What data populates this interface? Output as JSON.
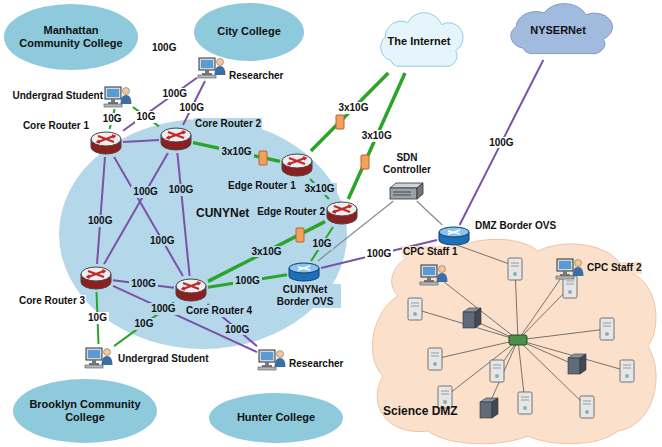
{
  "diagram": {
    "nodes": [
      {
        "text": [
          "Manhattan Community College"
        ]
      },
      {
        "text": [
          "Undergrad Student"
        ]
      },
      {
        "text": [
          "City College"
        ]
      },
      {
        "text": [
          "Researcher"
        ]
      },
      {
        "text": [
          "The Internet"
        ]
      },
      {
        "text": [
          "NYSERNet"
        ]
      },
      {
        "text": [
          "CUNYNet"
        ]
      },
      {
        "text": [
          "Core Router 1"
        ],
        "in": 6
      },
      {
        "text": [
          "Core Router 2"
        ],
        "in": 6
      },
      {
        "text": [
          "Edge Router 1"
        ],
        "in": 6
      },
      {
        "text": [
          "Edge Router 2"
        ]
      },
      {
        "text": [
          "SDN Controller"
        ]
      },
      {
        "text": [
          "DMZ Border OVS"
        ]
      },
      {
        "text": [
          "Science DMZ"
        ]
      },
      {
        "text": [
          "CPC Staff 1"
        ],
        "in": 13
      },
      {
        "text": [
          "CPC Staff 2"
        ],
        "in": 13
      },
      {
        "text": [
          "Core Router 3"
        ],
        "in": 6
      },
      {
        "text": [
          "Core Router 4"
        ],
        "in": 6
      },
      {
        "text": [
          "CUNYNet Border OVS"
        ]
      },
      {
        "text": [
          "Brooklyn Community College"
        ]
      },
      {
        "text": [
          "Undergrad Student"
        ]
      },
      {
        "text": [
          "Hunter College"
        ]
      },
      {
        "text": [
          "Researcher"
        ]
      }
    ],
    "edges": [
      {
        "from": 1,
        "to": 7,
        "label": "10G",
        "arrow": "none"
      },
      {
        "from": 1,
        "to": 8,
        "label": "10G",
        "arrow": "none"
      },
      {
        "from": 3,
        "to": 7,
        "label": "100G",
        "arrow": "none"
      },
      {
        "from": 3,
        "to": 8,
        "label": "100G",
        "arrow": "none"
      },
      {
        "from": 7,
        "to": 8,
        "arrow": "none"
      },
      {
        "from": 7,
        "to": 16,
        "label": "100G",
        "arrow": "none"
      },
      {
        "from": 7,
        "to": 17,
        "label": "100G",
        "arrow": "none"
      },
      {
        "from": 8,
        "to": 16,
        "label": "100G",
        "arrow": "none"
      },
      {
        "from": 8,
        "to": 17,
        "label": "100G",
        "arrow": "none"
      },
      {
        "from": 16,
        "to": 17,
        "label": "100G",
        "arrow": "none"
      },
      {
        "from": 8,
        "to": 9,
        "label": "3x10G",
        "arrow": "none"
      },
      {
        "from": 9,
        "to": 4,
        "label": "3x10G",
        "arrow": "none"
      },
      {
        "from": 10,
        "to": 4,
        "label": "3x10G",
        "arrow": "none"
      },
      {
        "from": 9,
        "to": 10,
        "label": "3x10G",
        "arrow": "none"
      },
      {
        "from": 10,
        "to": 17,
        "label": "3x10G",
        "arrow": "none"
      },
      {
        "from": 10,
        "to": 18,
        "label": "10G",
        "arrow": "none"
      },
      {
        "from": 17,
        "to": 18,
        "label": "100G",
        "arrow": "none"
      },
      {
        "from": 18,
        "to": 12,
        "label": "100G",
        "arrow": "none"
      },
      {
        "from": 11,
        "to": 18,
        "arrow": "none"
      },
      {
        "from": 11,
        "to": 12,
        "arrow": "none"
      },
      {
        "from": 12,
        "to": 5,
        "label": "100G",
        "arrow": "none"
      },
      {
        "from": 16,
        "to": 20,
        "label": "10G",
        "arrow": "none"
      },
      {
        "from": 17,
        "to": 20,
        "label": "10G",
        "arrow": "none"
      },
      {
        "from": 16,
        "to": 22,
        "label": "100G",
        "arrow": "none"
      },
      {
        "from": 17,
        "to": 22,
        "label": "100G",
        "arrow": "none"
      }
    ],
    "labels": [
      "100G"
    ]
  }
}
